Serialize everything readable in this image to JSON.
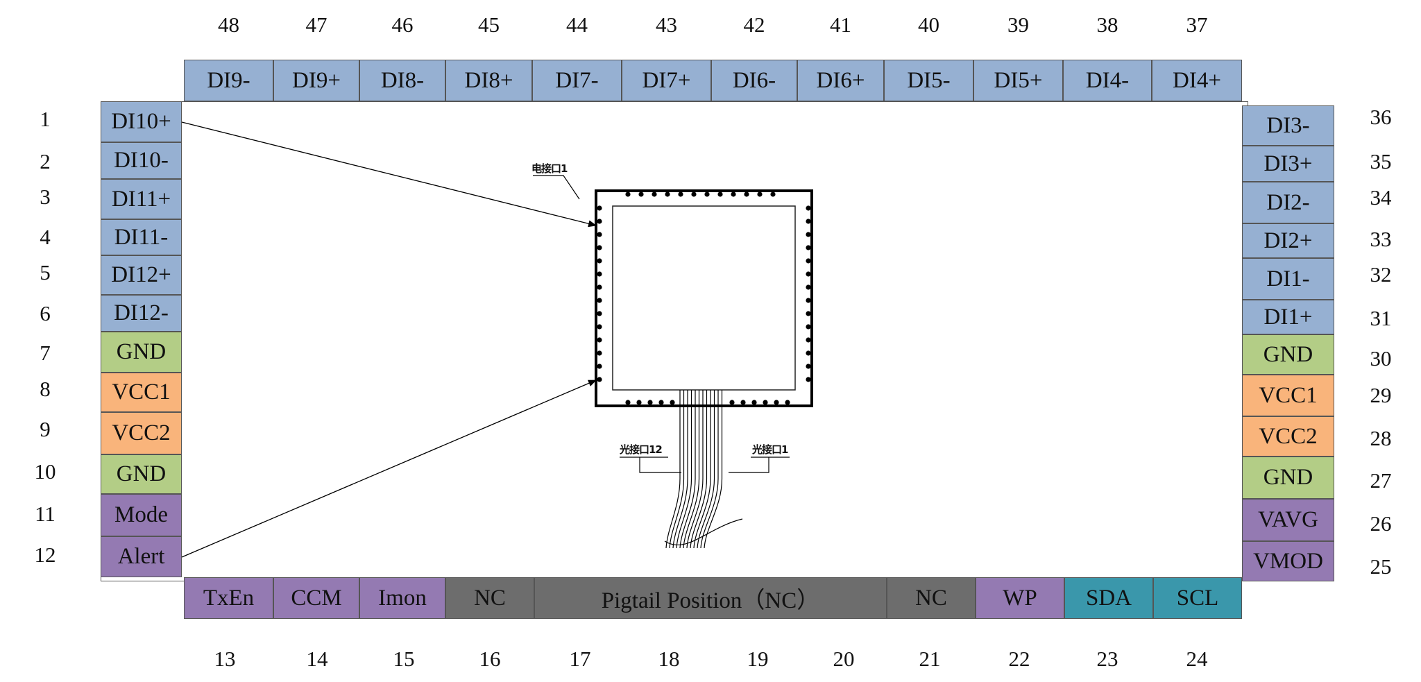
{
  "top_pins": [
    {
      "num": "48",
      "label": "DI9-",
      "color": "blue"
    },
    {
      "num": "47",
      "label": "DI9+",
      "color": "blue"
    },
    {
      "num": "46",
      "label": "DI8-",
      "color": "blue"
    },
    {
      "num": "45",
      "label": "DI8+",
      "color": "blue"
    },
    {
      "num": "44",
      "label": "DI7-",
      "color": "blue"
    },
    {
      "num": "43",
      "label": "DI7+",
      "color": "blue"
    },
    {
      "num": "42",
      "label": "DI6-",
      "color": "blue"
    },
    {
      "num": "41",
      "label": "DI6+",
      "color": "blue"
    },
    {
      "num": "40",
      "label": "DI5-",
      "color": "blue"
    },
    {
      "num": "39",
      "label": "DI5+",
      "color": "blue"
    },
    {
      "num": "38",
      "label": "DI4-",
      "color": "blue"
    },
    {
      "num": "37",
      "label": "DI4+",
      "color": "blue"
    }
  ],
  "left_pins": [
    {
      "num": "1",
      "label": "DI10+",
      "color": "blue"
    },
    {
      "num": "2",
      "label": "DI10-",
      "color": "blue"
    },
    {
      "num": "3",
      "label": "DI11+",
      "color": "blue"
    },
    {
      "num": "4",
      "label": "DI11-",
      "color": "blue"
    },
    {
      "num": "5",
      "label": "DI12+",
      "color": "blue"
    },
    {
      "num": "6",
      "label": "DI12-",
      "color": "blue"
    },
    {
      "num": "7",
      "label": "GND",
      "color": "green"
    },
    {
      "num": "8",
      "label": "VCC1",
      "color": "orange"
    },
    {
      "num": "9",
      "label": "VCC2",
      "color": "orange"
    },
    {
      "num": "10",
      "label": "GND",
      "color": "green"
    },
    {
      "num": "11",
      "label": "Mode",
      "color": "purple"
    },
    {
      "num": "12",
      "label": "Alert",
      "color": "purple"
    }
  ],
  "right_pins": [
    {
      "num": "36",
      "label": "DI3-",
      "color": "blue"
    },
    {
      "num": "35",
      "label": "DI3+",
      "color": "blue"
    },
    {
      "num": "34",
      "label": "DI2-",
      "color": "blue"
    },
    {
      "num": "33",
      "label": "DI2+",
      "color": "blue"
    },
    {
      "num": "32",
      "label": "DI1-",
      "color": "blue"
    },
    {
      "num": "31",
      "label": "DI1+",
      "color": "blue"
    },
    {
      "num": "30",
      "label": "GND",
      "color": "green"
    },
    {
      "num": "29",
      "label": "VCC1",
      "color": "orange"
    },
    {
      "num": "28",
      "label": "VCC2",
      "color": "orange"
    },
    {
      "num": "27",
      "label": "GND",
      "color": "green"
    },
    {
      "num": "26",
      "label": "VAVG",
      "color": "purple"
    },
    {
      "num": "25",
      "label": "VMOD",
      "color": "purple"
    }
  ],
  "bottom_pins": [
    {
      "label": "TxEn",
      "color": "purple"
    },
    {
      "label": "CCM",
      "color": "purple"
    },
    {
      "label": "Imon",
      "color": "purple"
    },
    {
      "label": "NC",
      "color": "grey"
    },
    {
      "label": "Pigtail Position（NC）",
      "color": "grey"
    },
    {
      "label": "NC",
      "color": "grey"
    },
    {
      "label": "WP",
      "color": "purple"
    },
    {
      "label": "SDA",
      "color": "teal"
    },
    {
      "label": "SCL",
      "color": "teal"
    }
  ],
  "bottom_numbers": [
    "13",
    "14",
    "15",
    "16",
    "17",
    "18",
    "19",
    "20",
    "21",
    "22",
    "23",
    "24"
  ],
  "annotations": {
    "elec_port": "电接口1",
    "optical_port_12": "光接口12",
    "optical_port_1": "光接口1"
  },
  "colors": {
    "blue": "#96b0d2",
    "green": "#b3cd86",
    "orange": "#f9b47b",
    "purple": "#947ab2",
    "grey": "#6d6d6d",
    "teal": "#3a97ab"
  }
}
